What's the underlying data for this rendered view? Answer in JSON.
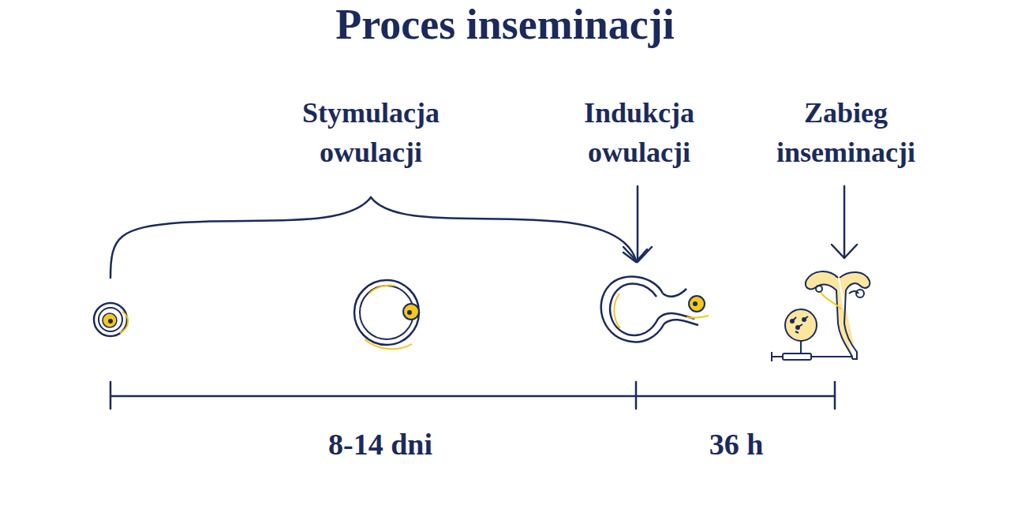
{
  "diagram": {
    "title": "Proces inseminacji",
    "labels": [
      "Stymulacja owulacji",
      "Indukcja owulacji",
      "Zabieg inseminacji",
      "8-14 dni",
      "36 h"
    ]
  }
}
